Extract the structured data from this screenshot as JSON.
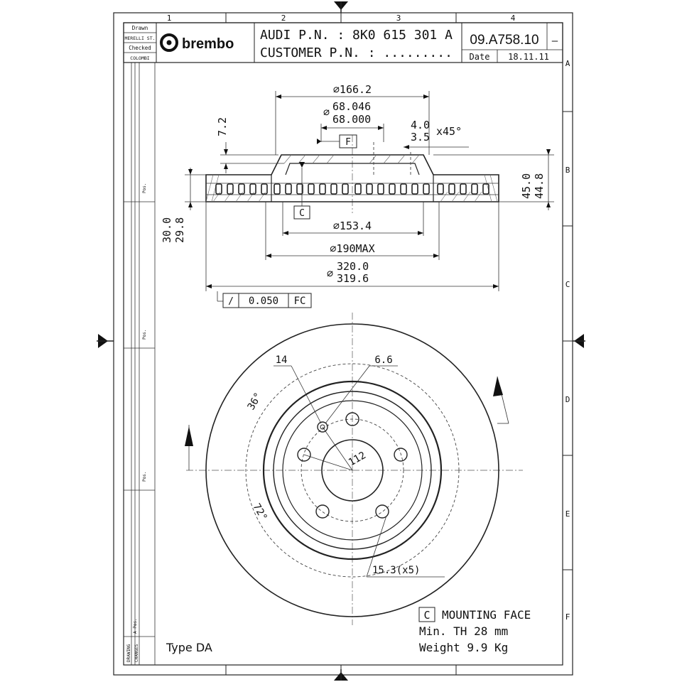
{
  "title_block": {
    "drawn_label": "Drawn",
    "drawn_by": "MERELLI ST.",
    "checked_label": "Checked",
    "checked_by": "COLOMBI",
    "brand": "brembo",
    "oem_pn_line": "AUDI P.N. : 8K0 615 301 A",
    "customer_pn_line": "CUSTOMER P.N. : .........",
    "drawing_no": "09.A758.10",
    "revision_box": "–",
    "date_label": "Date",
    "date": "18.11.11"
  },
  "frame": {
    "columns": [
      "1",
      "2",
      "3",
      "4"
    ],
    "rows": [
      "A",
      "B",
      "C",
      "D",
      "E",
      "F"
    ],
    "side_tab_pos": "Pos.",
    "side_tab_a_pos": "A Pos.",
    "side_tab_changes": "CHANGES",
    "side_tab_drawing": "DRAWING"
  },
  "section_view": {
    "dim_hat_dia": "∅166.2",
    "dim_bore_max": "68.046",
    "dim_bore_dia_prefix": "∅",
    "dim_bore_min": "68.000",
    "dim_chamfer_a": "4.0",
    "dim_chamfer_b": "3.5",
    "dim_chamfer_angle": "x45°",
    "dim_hat_thk": "7.2",
    "datum_f": "F",
    "datum_c": "C",
    "dim_height_max": "45.0",
    "dim_height_min": "44.8",
    "dim_thk_max": "30.0",
    "dim_thk_min": "29.8",
    "dim_inner_dia": "∅153.4",
    "dim_190": "∅190MAX",
    "dim_od_prefix": "∅",
    "dim_od_max": "320.0",
    "dim_od_min": "319.6",
    "tol_symbol": "/",
    "tol_value": "0.050",
    "tol_ref": "FC"
  },
  "front_view": {
    "dim_14": "14",
    "dim_6_6": "6.6",
    "angle_36": "36°",
    "pcd_112": "112",
    "angle_72": "72°",
    "bolt_holes": "15.3(x5)"
  },
  "notes": {
    "mounting_ref": "C",
    "mounting_text": "MOUNTING FACE",
    "min_th": "Min. TH 28 mm",
    "weight": "Weight 9.9 Kg",
    "type": "Type DA"
  },
  "colors": {
    "ink": "#111111",
    "paper": "#ffffff"
  }
}
